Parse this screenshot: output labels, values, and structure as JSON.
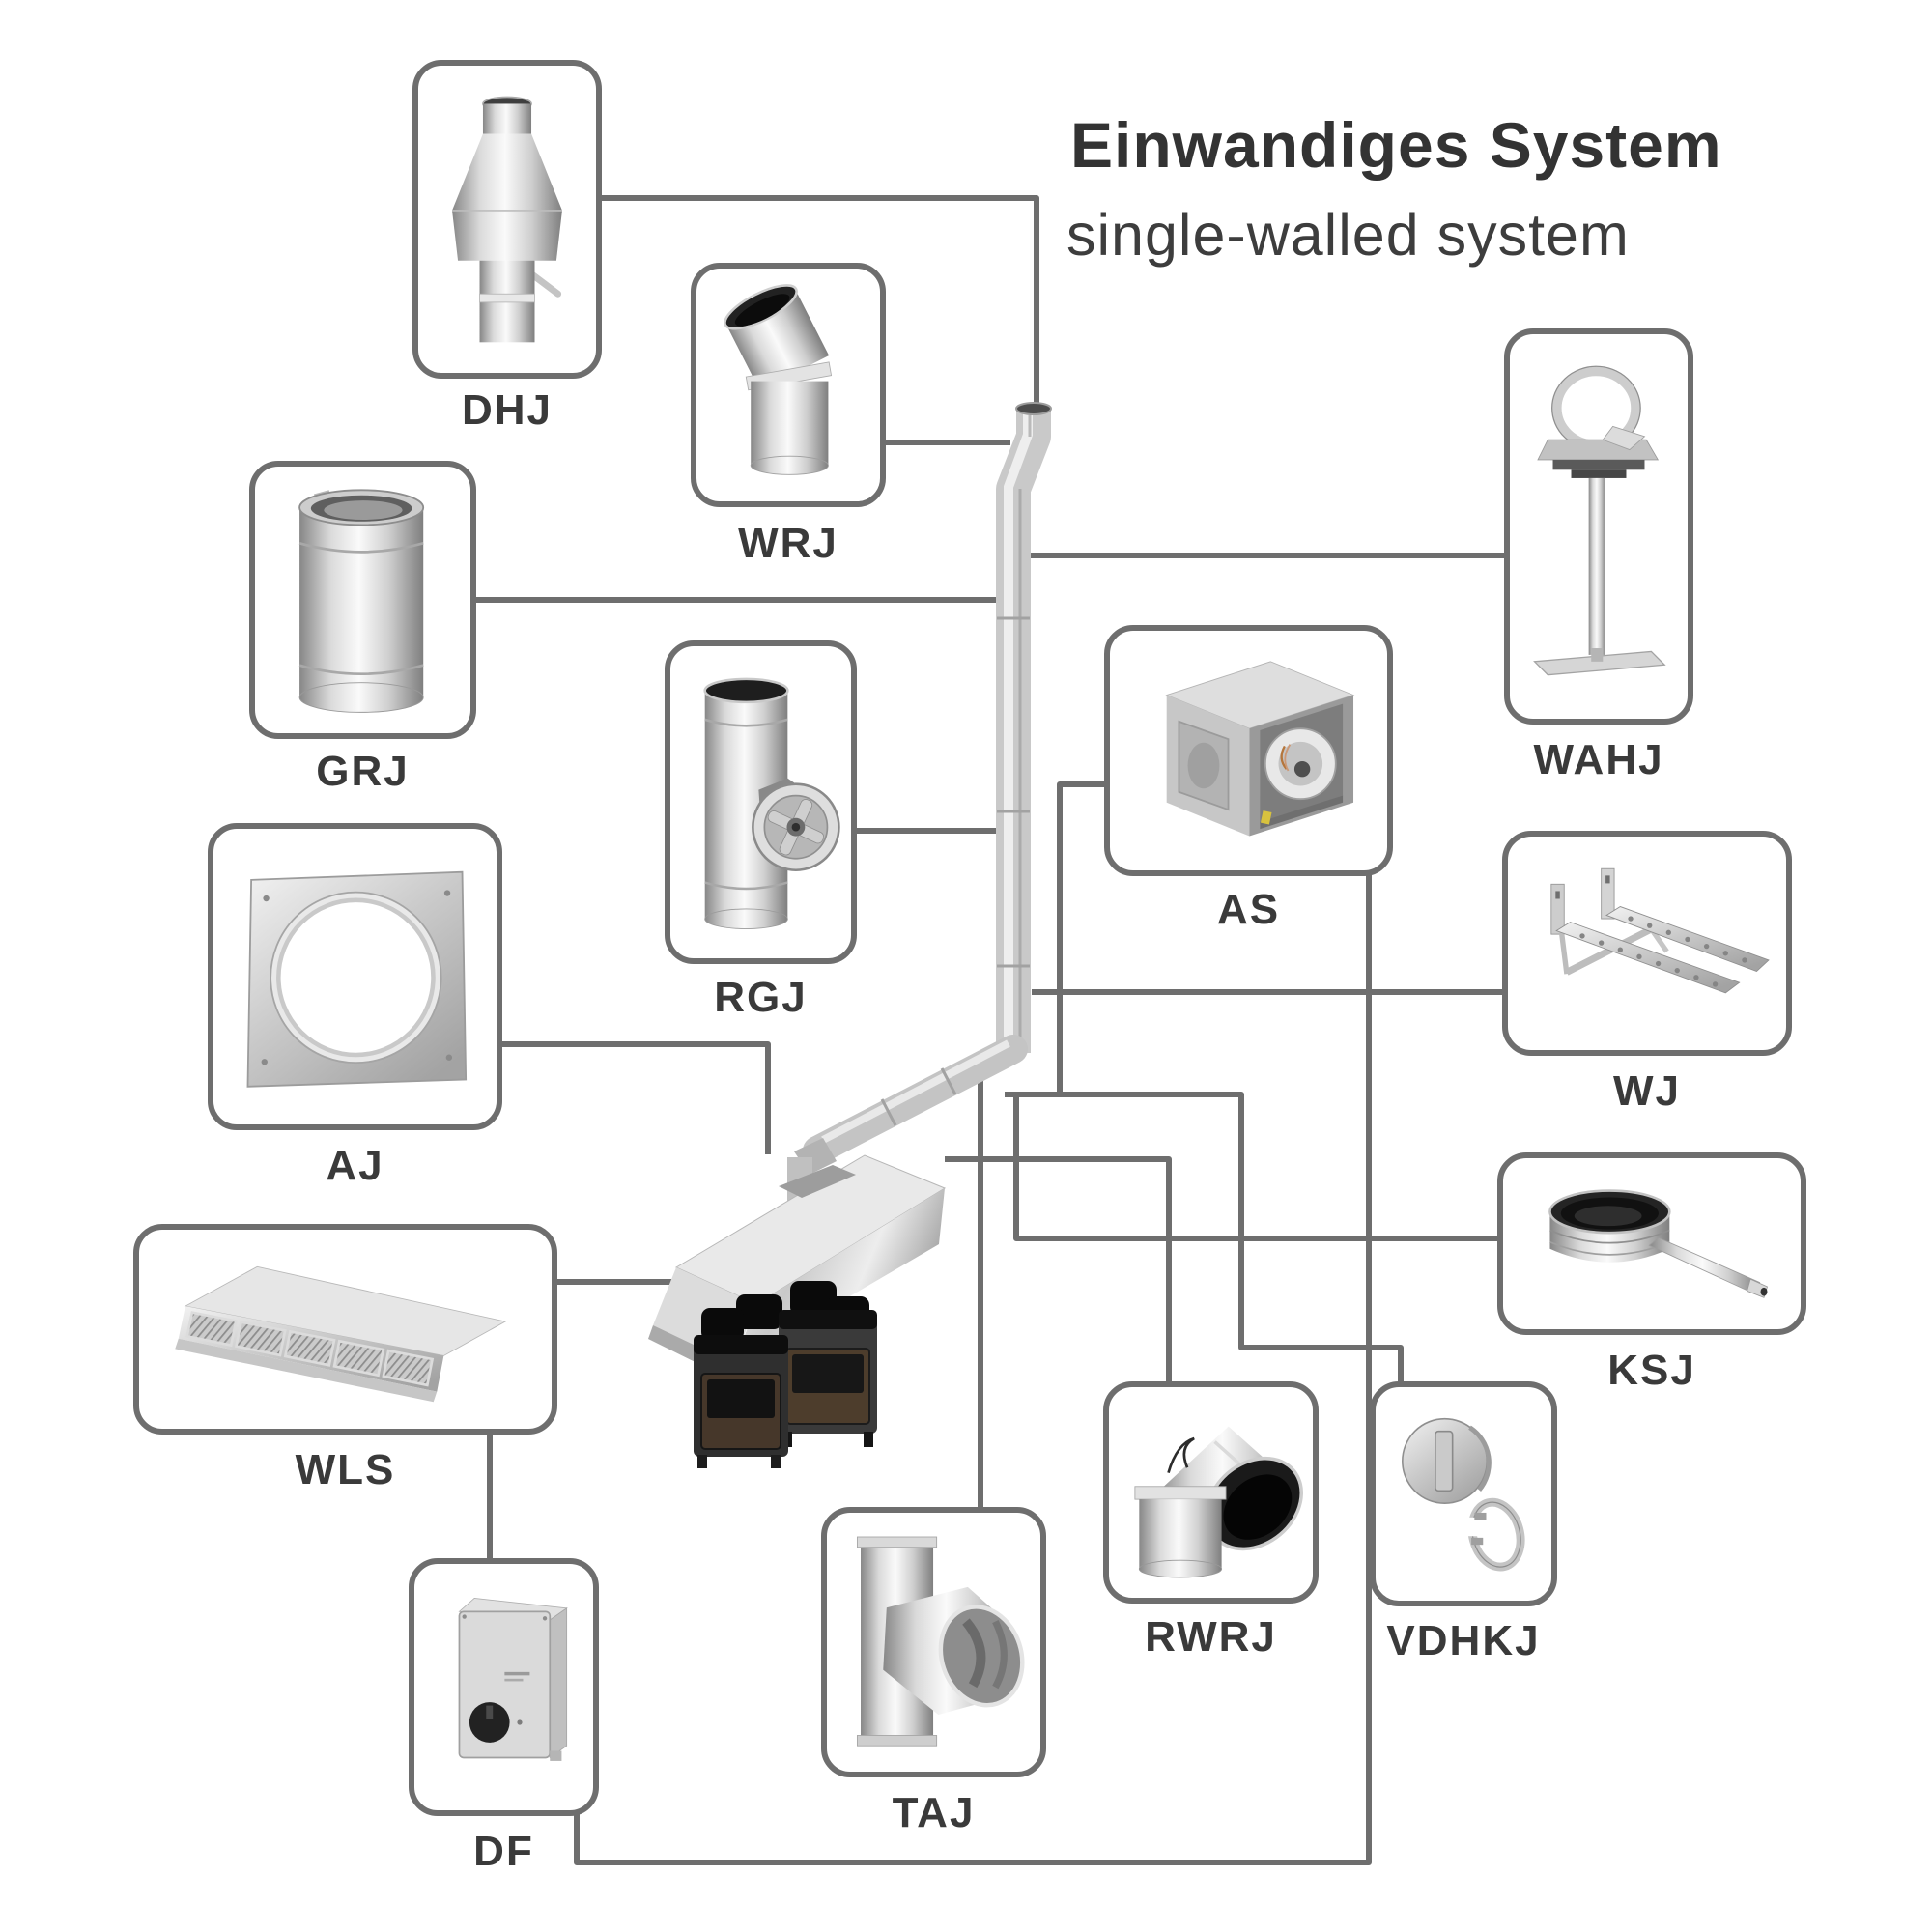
{
  "title": {
    "heading": "Einwandiges System",
    "subheading": "single-walled system"
  },
  "colors": {
    "connector_line": "#6e6e6e",
    "card_border": "#6e6e6e",
    "label_text": "#3a3a3a",
    "title_text": "#333333",
    "background": "#ffffff"
  },
  "components": {
    "dhj": {
      "code": "DHJ",
      "icon": "chimney-jet-cowl-icon"
    },
    "wrj": {
      "code": "WRJ",
      "icon": "elbow-30-degree-icon"
    },
    "grj": {
      "code": "GRJ",
      "icon": "straight-pipe-length-icon"
    },
    "rgj": {
      "code": "RGJ",
      "icon": "tee-with-inspection-door-icon"
    },
    "aj": {
      "code": "AJ",
      "icon": "square-wall-plate-icon"
    },
    "wls": {
      "code": "WLS",
      "icon": "wall-canopy-hood-icon"
    },
    "df": {
      "code": "DF",
      "icon": "fan-speed-controller-icon"
    },
    "taj": {
      "code": "TAJ",
      "icon": "tee-pipe-icon"
    },
    "as": {
      "code": "AS",
      "icon": "box-fan-unit-icon"
    },
    "wahj": {
      "code": "WAHJ",
      "icon": "wall-support-stand-icon"
    },
    "wj": {
      "code": "WJ",
      "icon": "wall-bracket-pair-icon"
    },
    "ksj": {
      "code": "KSJ",
      "icon": "condensate-drain-cap-icon"
    },
    "rwrj": {
      "code": "RWRJ",
      "icon": "elbow-90-degree-icon"
    },
    "vdhkj": {
      "code": "VDHKJ",
      "icon": "backdraft-damper-icon"
    }
  }
}
